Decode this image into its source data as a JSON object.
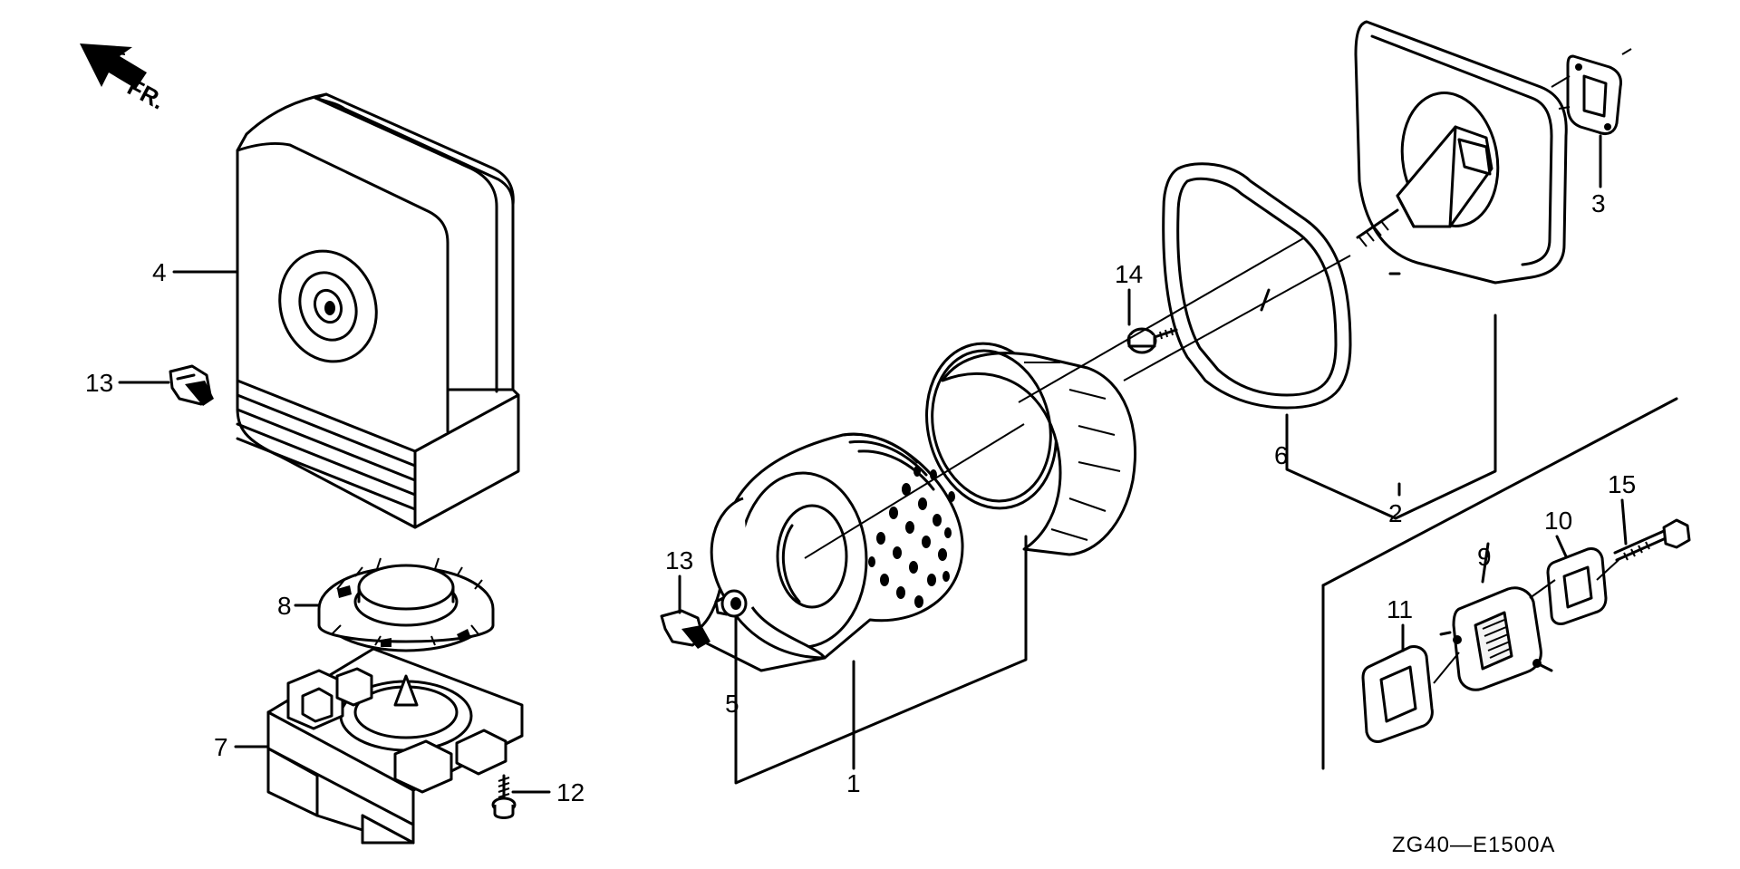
{
  "direction_label": "FR.",
  "diagram_code": "ZG40—E1500A",
  "callouts": {
    "c1": "1",
    "c2": "2",
    "c3": "3",
    "c4": "4",
    "c5": "5",
    "c6": "6",
    "c7": "7",
    "c8": "8",
    "c9": "9",
    "c10": "10",
    "c11": "11",
    "c12": "12",
    "c13a": "13",
    "c13b": "13",
    "c14": "14",
    "c15": "15"
  }
}
